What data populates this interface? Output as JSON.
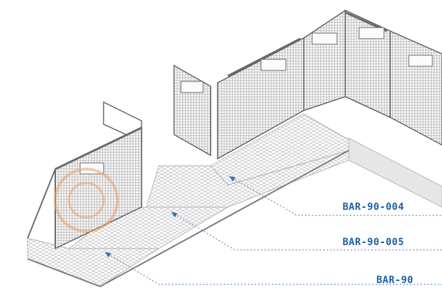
{
  "labels": {
    "bar_90_004": "BAR-90-004",
    "bar_90_005": "BAR-90-005",
    "bar_90": "BAR-90"
  },
  "colors": {
    "label": "#1f5fa8",
    "leader": "#3b6db3",
    "outline": "#5a5a5a",
    "mesh": "#8a8a8a",
    "plate": "#e6e6e6",
    "plate_edge": "#b4b4b4",
    "watermark": "#e9a26a"
  }
}
